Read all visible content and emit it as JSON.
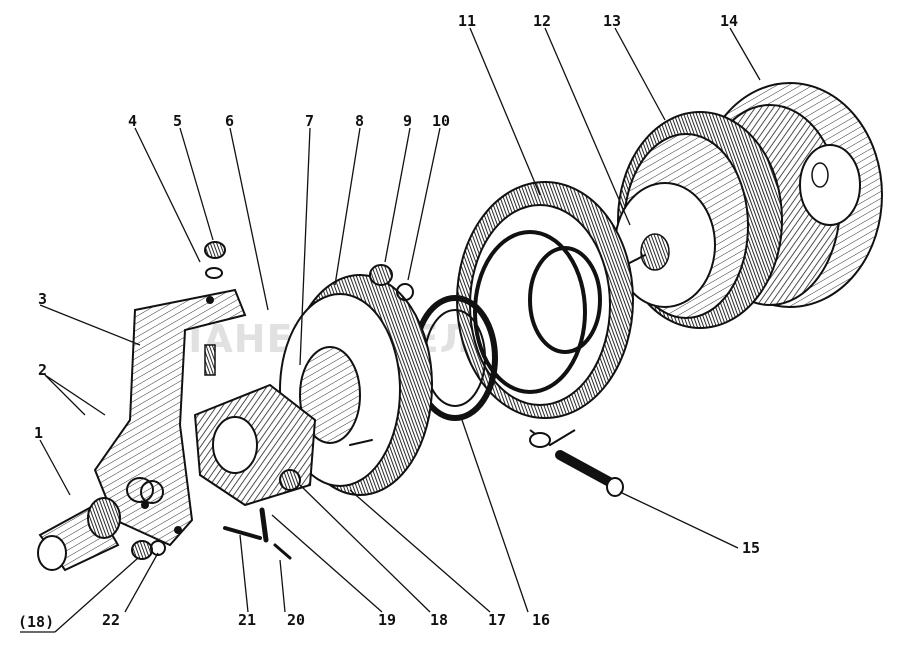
{
  "watermark": "ПЛАНЕТА ЖЕЛЕЗЯКА",
  "callouts": {
    "c1": "1",
    "c2": "2",
    "c3": "3",
    "c4": "4",
    "c5": "5",
    "c6": "6",
    "c7": "7",
    "c8": "8",
    "c9": "9",
    "c10": "10",
    "c11": "11",
    "c12": "12",
    "c13": "13",
    "c14": "14",
    "c15": "15",
    "c16": "16",
    "c17": "17",
    "c18": "18",
    "c19": "19",
    "c20": "20",
    "c21": "21",
    "c22": "22",
    "c18b": "(18)"
  }
}
